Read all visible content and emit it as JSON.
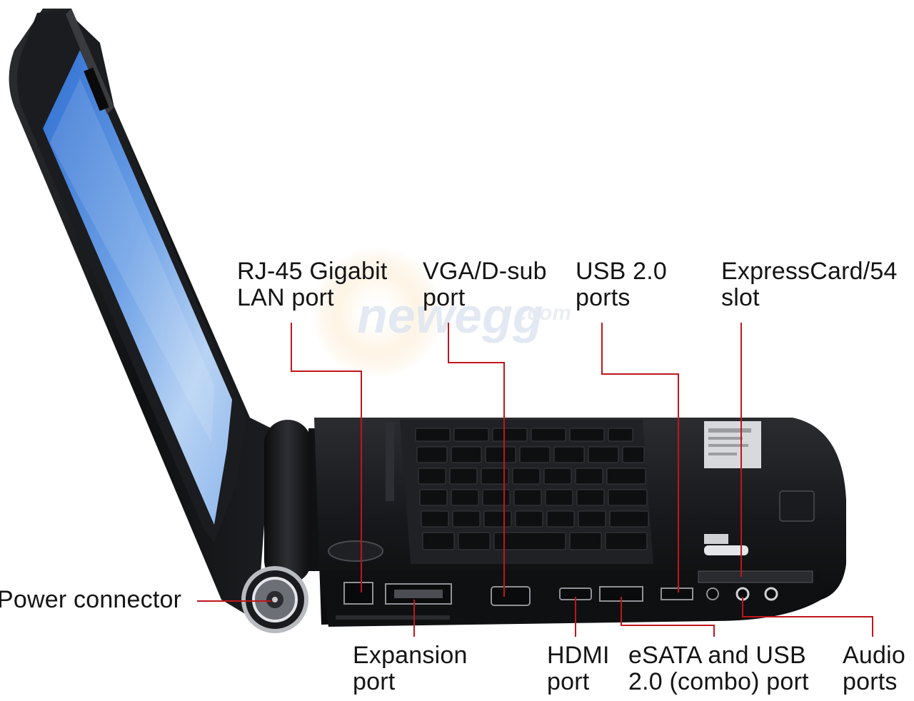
{
  "callouts": {
    "power_connector": {
      "lines": [
        "Power connector"
      ]
    },
    "rj45": {
      "lines": [
        "RJ-45 Gigabit",
        "LAN port"
      ]
    },
    "vga": {
      "lines": [
        "VGA/D-sub",
        "port"
      ]
    },
    "usb": {
      "lines": [
        "USB 2.0",
        "ports"
      ]
    },
    "expresscard": {
      "lines": [
        "ExpressCard/54",
        "slot"
      ]
    },
    "expansion": {
      "lines": [
        "Expansion",
        "port"
      ]
    },
    "hdmi": {
      "lines": [
        "HDMI",
        "port"
      ]
    },
    "esata": {
      "lines": [
        "eSATA and USB",
        "2.0 (combo) port"
      ]
    },
    "audio": {
      "lines": [
        "Audio",
        "ports"
      ]
    }
  },
  "watermark": {
    "brand": "newegg",
    "suffix": ".com"
  },
  "colors": {
    "leader_line": "#c0161c",
    "chassis": "#161719",
    "screen_sky": "#4f87d9",
    "label_text": "#141414"
  }
}
